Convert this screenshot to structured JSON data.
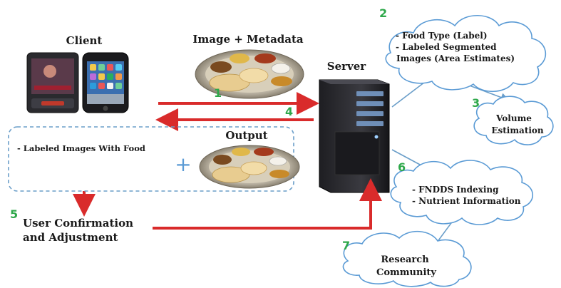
{
  "colors": {
    "red_arrow": "#d92b2b",
    "blue_line": "#6a9ec9",
    "step_number": "#2ea84a",
    "cloud_outline": "#5b9bd5",
    "plus": "#5b9bd5",
    "dashed_box": "#6a9ec9"
  },
  "labels": {
    "client": "Client",
    "image_metadata": "Image + Metadata",
    "server": "Server",
    "output": "Output",
    "labeled_images": "- Labeled Images With Food",
    "user_confirmation_line1": "User Confirmation",
    "user_confirmation_line2": "and Adjustment"
  },
  "steps": {
    "s1": "1",
    "s2": "2",
    "s3": "3",
    "s4": "4",
    "s5": "5",
    "s6": "6",
    "s7": "7"
  },
  "clouds": {
    "food_type": [
      "- Food Type (Label)",
      "- Labeled Segmented",
      "Images (Area Estimates)"
    ],
    "volume": [
      "Volume",
      "Estimation"
    ],
    "fndds": [
      "- FNDDS Indexing",
      "- Nutrient Information"
    ],
    "research": [
      "Research",
      "Community"
    ]
  },
  "plus_symbol": "+",
  "icons": [
    "phone-icon",
    "smartphone-icon",
    "food-platter-image",
    "server-tower-icon"
  ]
}
